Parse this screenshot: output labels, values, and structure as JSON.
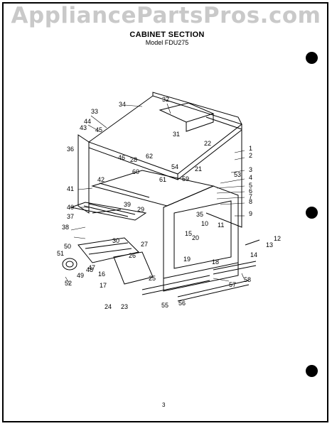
{
  "watermark": "AppliancePartsPros.com",
  "header": {
    "title": "CABINET SECTION",
    "subtitle": "Model FDU275"
  },
  "page_number": "3",
  "callouts": [
    "1",
    "2",
    "3",
    "4",
    "5",
    "6",
    "7",
    "8",
    "9",
    "10",
    "11",
    "12",
    "13",
    "14",
    "15",
    "16",
    "17",
    "18",
    "19",
    "20",
    "21",
    "22",
    "23",
    "24",
    "25",
    "26",
    "27",
    "28",
    "29",
    "30",
    "31",
    "32",
    "33",
    "34",
    "35",
    "36",
    "37",
    "38",
    "39",
    "40",
    "41",
    "42",
    "43",
    "44",
    "45",
    "46",
    "47",
    "48",
    "49",
    "50",
    "51",
    "52",
    "53",
    "54",
    "55",
    "56",
    "57",
    "58",
    "59",
    "60",
    "61",
    "62"
  ]
}
